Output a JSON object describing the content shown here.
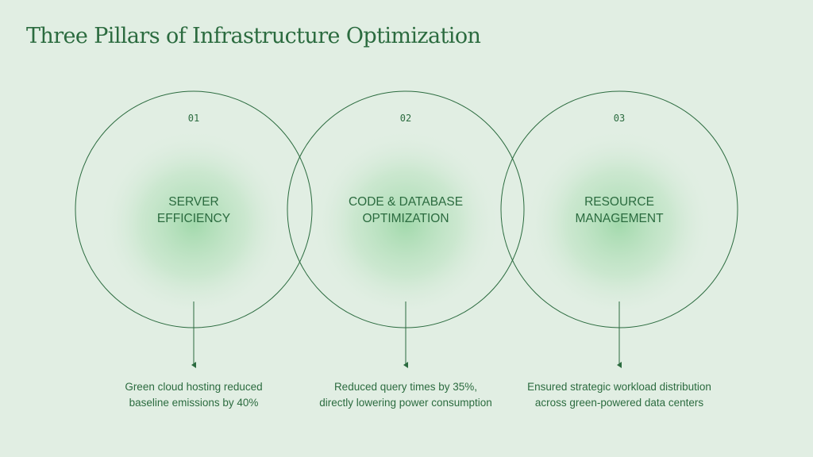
{
  "title": "Three Pillars of Infrastructure Optimization",
  "colors": {
    "background": "#e1eee3",
    "ink": "#2b6b3f",
    "glow": "#9fd8a9"
  },
  "pillars": [
    {
      "number": "01",
      "name_line1": "SERVER",
      "name_line2": "EFFICIENCY",
      "desc_line1": "Green cloud hosting reduced",
      "desc_line2": "baseline emissions by 40%"
    },
    {
      "number": "02",
      "name_line1": "CODE & DATABASE",
      "name_line2": "OPTIMIZATION",
      "desc_line1": "Reduced query times by 35%,",
      "desc_line2": "directly lowering power consumption"
    },
    {
      "number": "03",
      "name_line1": "RESOURCE",
      "name_line2": "MANAGEMENT",
      "desc_line1": "Ensured strategic workload distribution",
      "desc_line2": "across green-powered data centers"
    }
  ]
}
